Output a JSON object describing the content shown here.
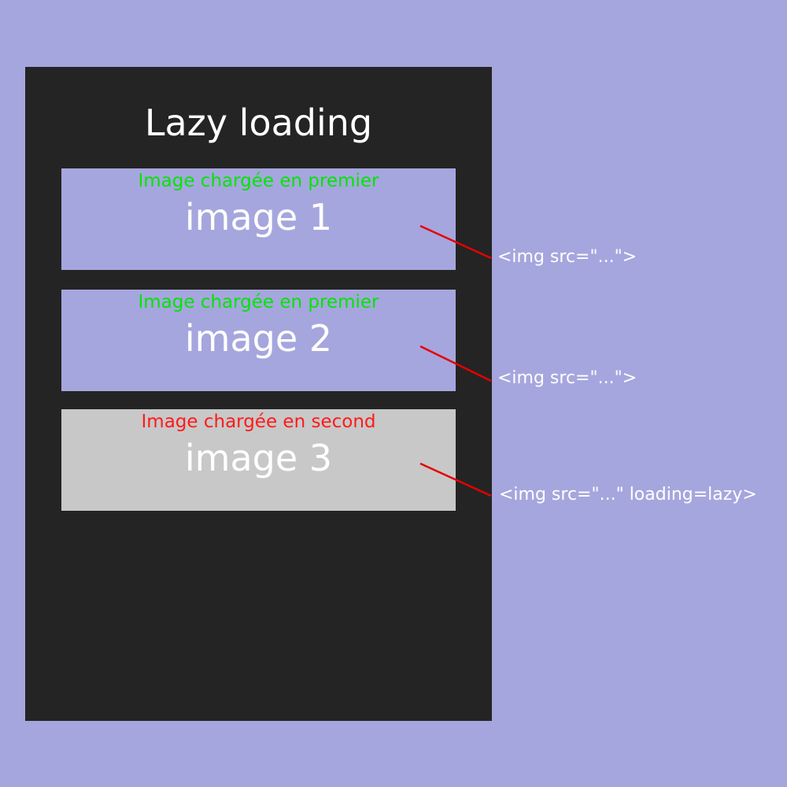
{
  "title": "Lazy loading",
  "images": [
    {
      "status": "Image chargée en premier",
      "label": "image 1",
      "code": "<img src=\"...\">",
      "status_color": "#00e600",
      "box_color": "#a6a6de"
    },
    {
      "status": "Image chargée en premier",
      "label": "image 2",
      "code": "<img src=\"...\">",
      "status_color": "#00e600",
      "box_color": "#a6a6de"
    },
    {
      "status": "Image chargée en second",
      "label": "image 3",
      "code": "<img src=\"...\" loading=lazy>",
      "status_color": "#ff1a1a",
      "box_color": "#c8c8c8"
    }
  ],
  "colors": {
    "background": "#a6a6de",
    "panel": "#242424",
    "connector": "#e60000"
  }
}
